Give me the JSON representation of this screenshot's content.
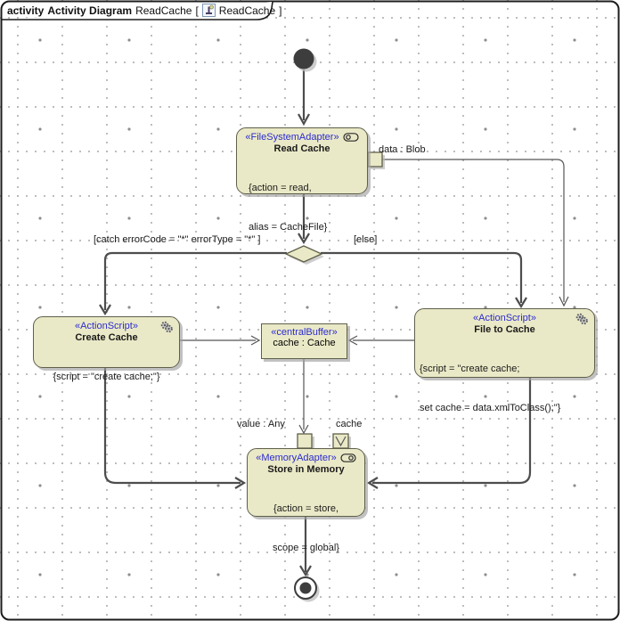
{
  "frame": {
    "header": {
      "keyword": "activity",
      "diagram_type": "Activity Diagram",
      "diagram_name": "ReadCache",
      "bracket_open": "[",
      "tab_ref": "ReadCache",
      "bracket_close": "]"
    }
  },
  "colors": {
    "node_fill": "#eae9c7",
    "node_border": "#5f5f4b",
    "stereotype_blue": "#2b2bd0",
    "edge_gray": "#4d4d4d",
    "shadow_gray": "#bcbcbc"
  },
  "nodes": {
    "read_cache": {
      "stereotype": "«FileSystemAdapter»",
      "name": "Read Cache",
      "props": [
        "{action = read,",
        "alias = CacheFile}"
      ],
      "icon": "adapter-toggle-icon"
    },
    "create_cache": {
      "stereotype": "«ActionScript»",
      "name": "Create Cache",
      "props": [
        "{script = \"create cache;\"}"
      ],
      "icon": "gears-icon"
    },
    "central_buffer": {
      "stereotype": "«centralBuffer»",
      "name": "cache : Cache"
    },
    "file_to_cache": {
      "stereotype": "«ActionScript»",
      "name": "File to Cache",
      "props": [
        "{script = \"create cache;",
        "set cache = data.xmlToClass();\"}"
      ],
      "icon": "gears-icon"
    },
    "store_in_memory": {
      "stereotype": "«MemoryAdapter»",
      "name": "Store in Memory",
      "props": [
        "{action = store,",
        "scope = global}"
      ],
      "icon": "adapter-toggle-icon"
    }
  },
  "edge_labels": {
    "catch_guard": "[catch errorCode = \"*\" errorType = \"*\" ]",
    "else_guard": "[else]",
    "data_pin": "data : Blob",
    "value_pin": "value : Any",
    "cache_pin": "cache"
  }
}
